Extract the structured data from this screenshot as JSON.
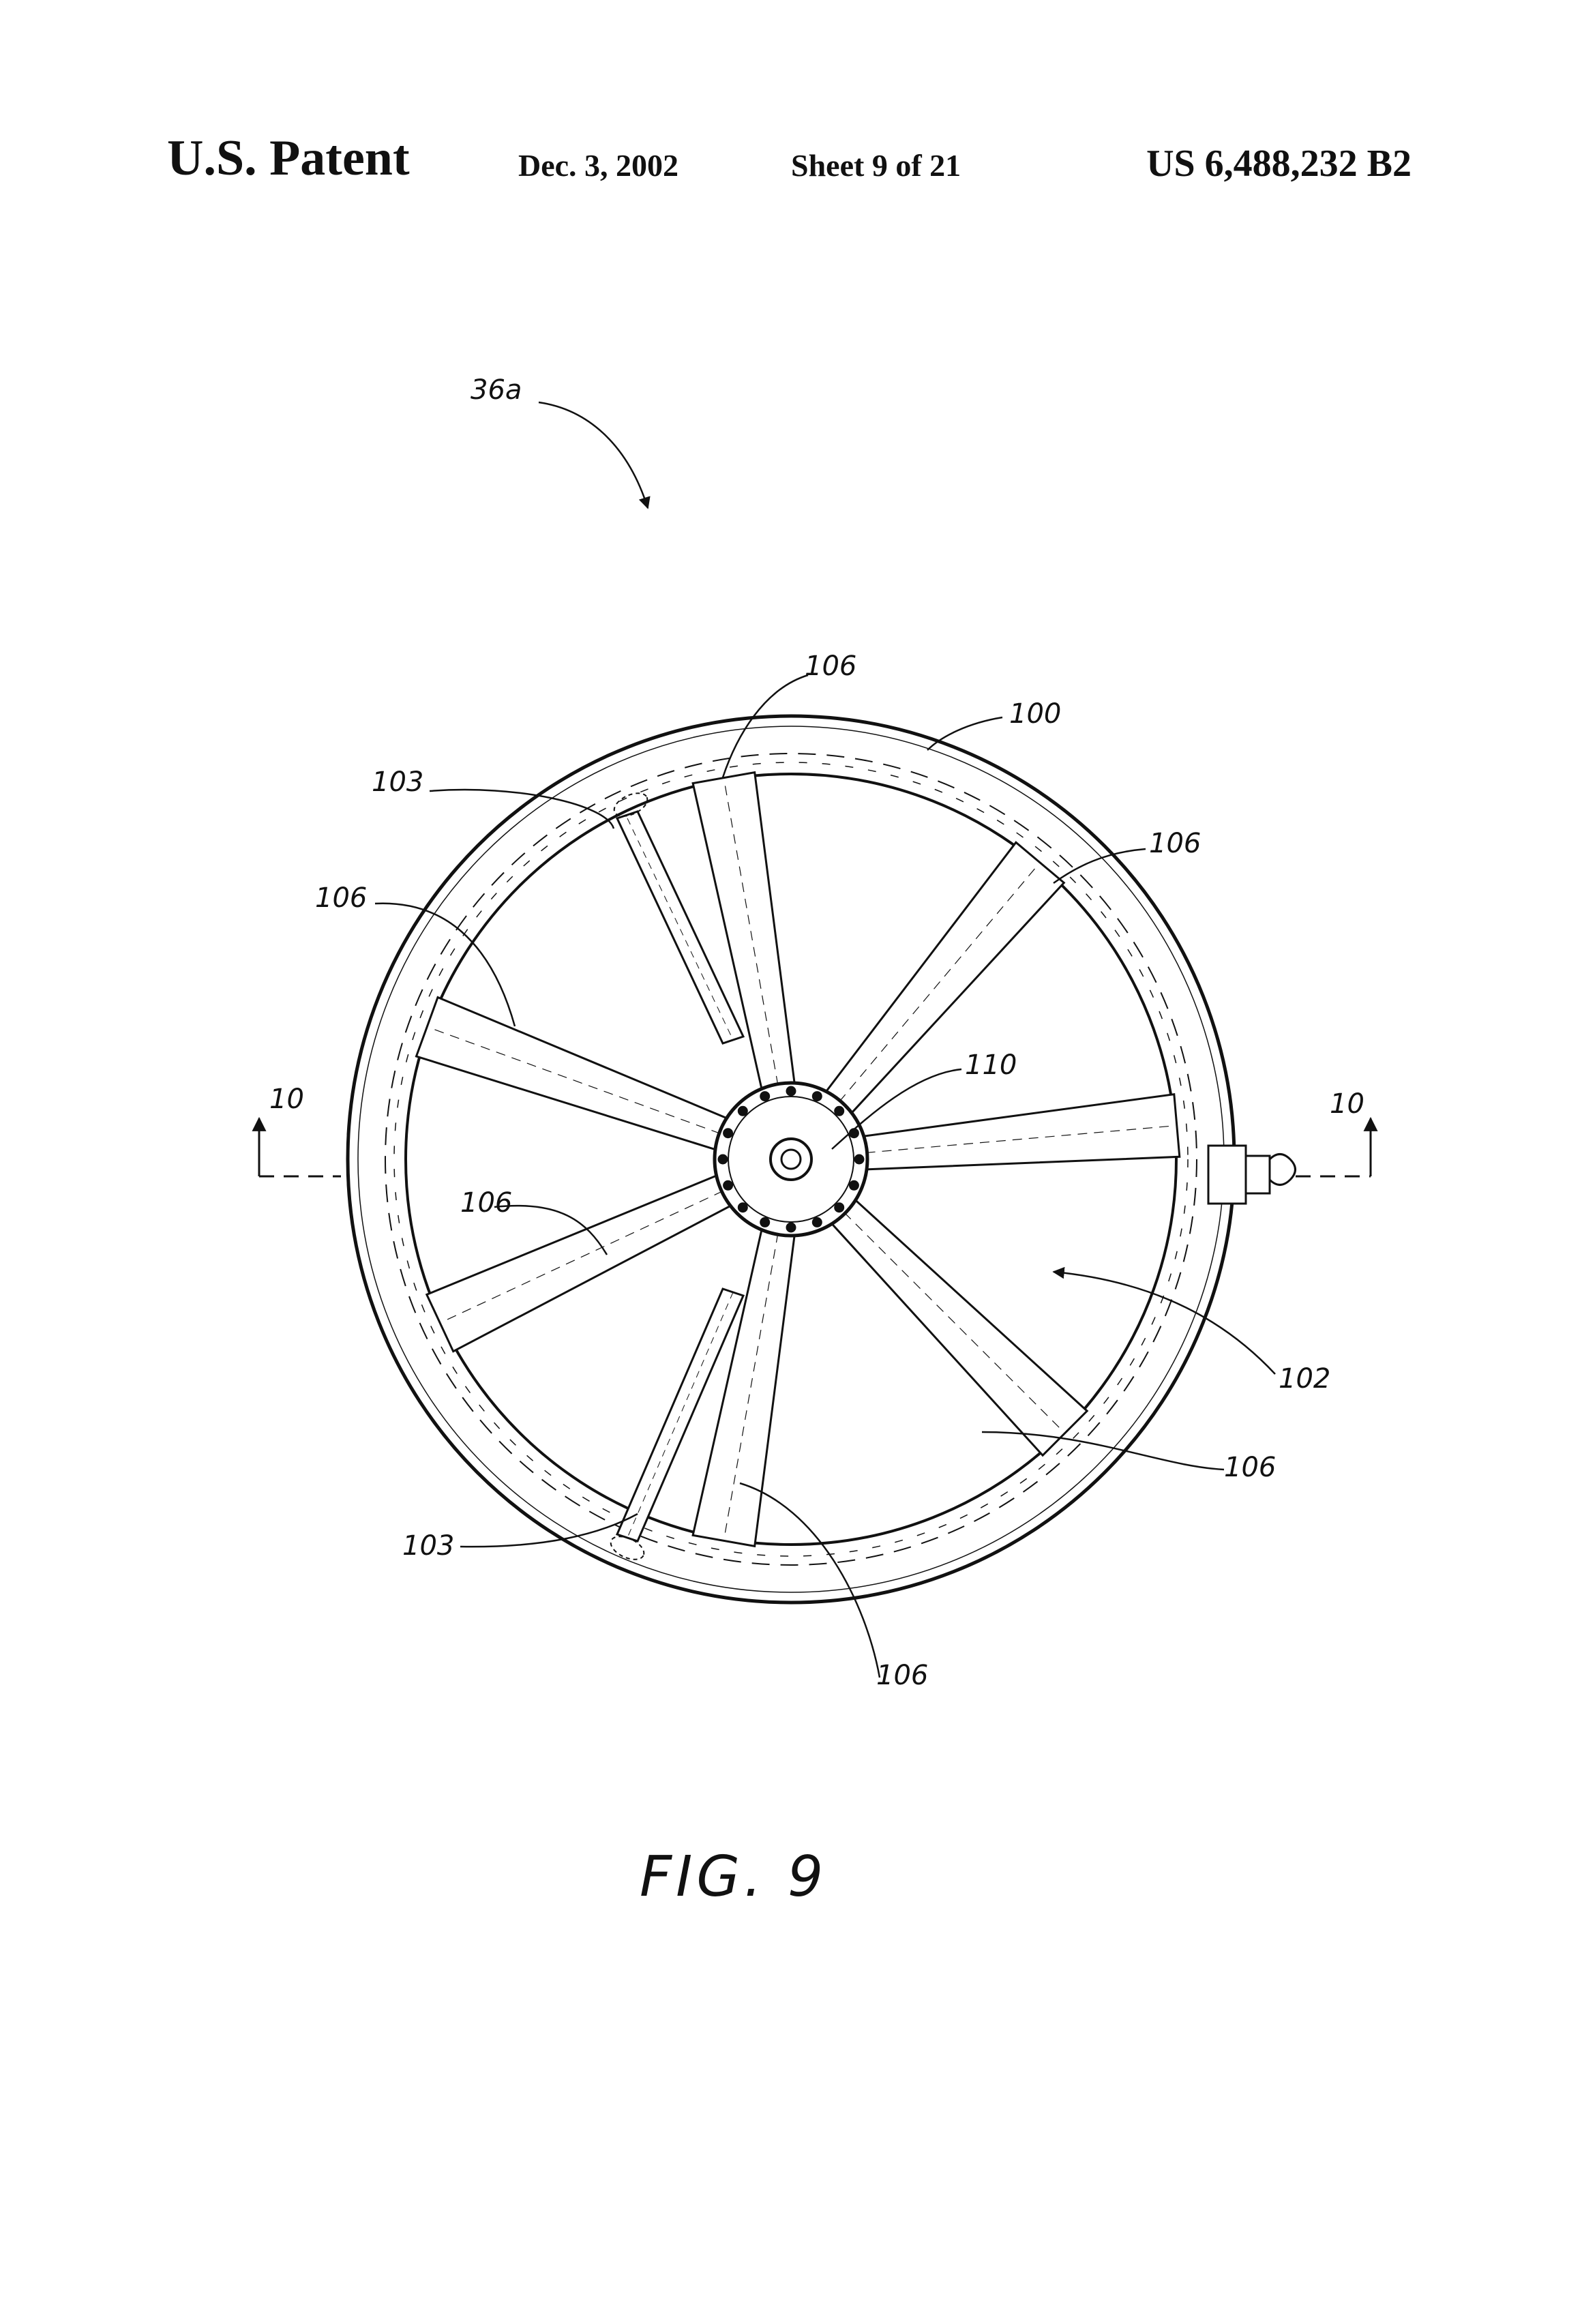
{
  "header": {
    "title": "U.S. Patent",
    "date": "Dec. 3, 2002",
    "sheet": "Sheet 9 of 21",
    "patent_number": "US 6,488,232 B2"
  },
  "figure": {
    "caption": "FIG. 9",
    "labels": {
      "assembly": "36a",
      "rim": "100",
      "spoke_top": "106",
      "spoke_upper_right": "106",
      "spoke_upper_left": "106",
      "spoke_left": "106",
      "spoke_lower_right": "106",
      "spoke_bottom": "106",
      "strut_upper": "103",
      "strut_lower": "103",
      "hub": "110",
      "interior": "102",
      "section_left": "10",
      "section_right": "10"
    }
  }
}
